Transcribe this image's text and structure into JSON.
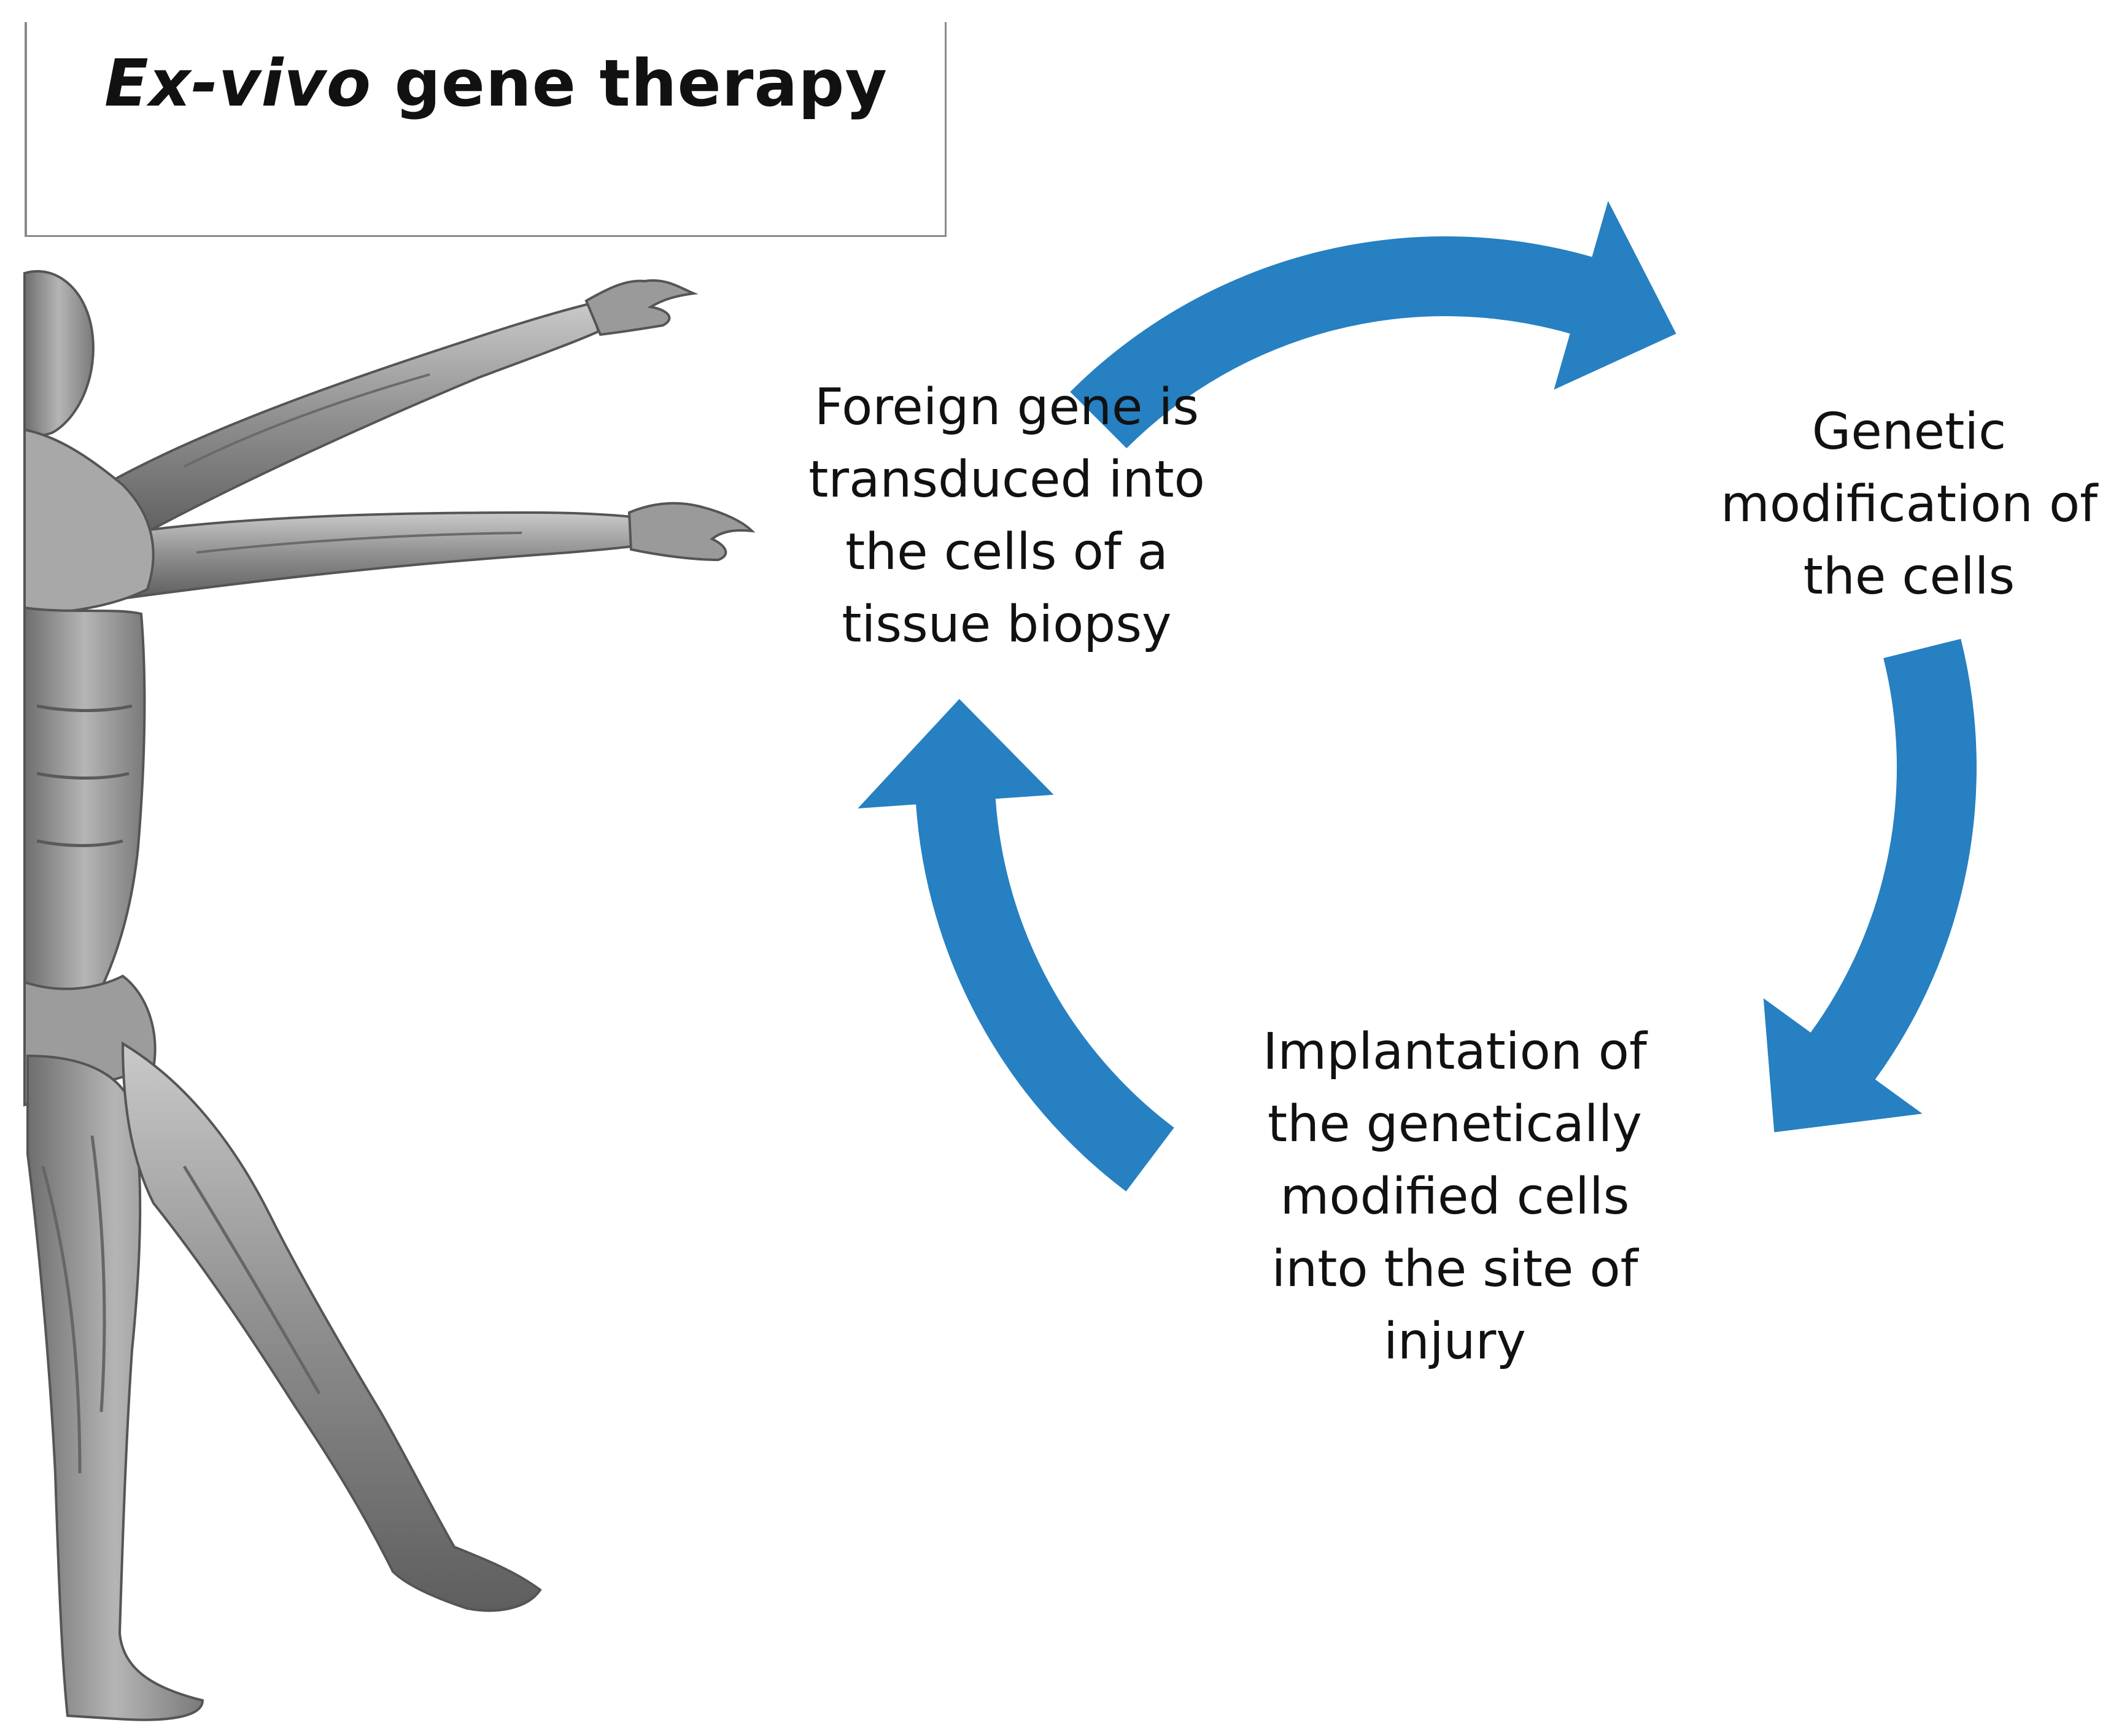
{
  "title": {
    "italic": "Ex-vivo",
    "rest": " gene therapy"
  },
  "colors": {
    "arrow": "#2680C2",
    "figure_dark": "#5a5a5a",
    "figure_mid": "#9a9a9a",
    "figure_light": "#d6d6d6",
    "frame": "#8a8a8a"
  },
  "figure": {
    "icon": "human-muscle-anatomy-figure"
  },
  "steps": [
    {
      "lines": [
        "Foreign gene is",
        "transduced into",
        "the cells of a",
        "tissue biopsy"
      ]
    },
    {
      "lines": [
        "Genetic",
        "modification of",
        "the cells"
      ]
    },
    {
      "lines": [
        "Implantation of",
        "the genetically",
        "modified cells",
        "into the site of",
        "injury"
      ]
    }
  ]
}
